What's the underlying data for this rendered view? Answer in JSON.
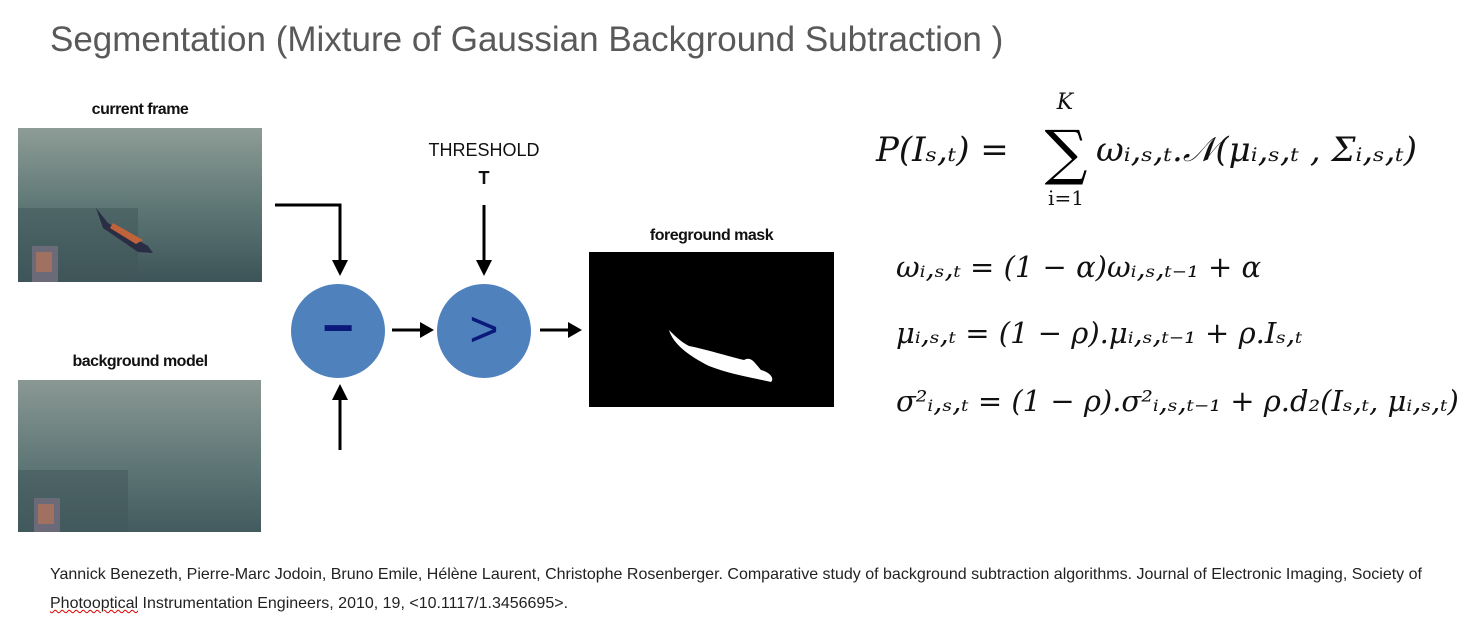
{
  "title": "Segmentation (Mixture of Gaussian Background Subtraction )",
  "diagram": {
    "current_frame_label": "current frame",
    "background_model_label": "background model",
    "threshold_label": "THRESHOLD",
    "threshold_symbol": "T",
    "subtract_symbol": "−",
    "compare_symbol": ">",
    "foreground_mask_label": "foreground mask",
    "circle_color": "#4f81bd",
    "symbol_color": "#0b1a7a"
  },
  "equations": {
    "mixture_lhs": "P(Iₛ,ₜ) =",
    "mixture_sum_top": "K",
    "mixture_sum_bottom": "i=1",
    "mixture_rhs": "ωᵢ,ₛ,ₜ.𝒩(μᵢ,ₛ,ₜ , Σᵢ,ₛ,ₜ)",
    "weight_update": "ωᵢ,ₛ,ₜ = (1 − α)ωᵢ,ₛ,ₜ₋₁ + α",
    "mean_update": "μᵢ,ₛ,ₜ = (1 − ρ).μᵢ,ₛ,ₜ₋₁ + ρ.Iₛ,ₜ",
    "variance_update": "σ²ᵢ,ₛ,ₜ = (1 − ρ).σ²ᵢ,ₛ,ₜ₋₁ + ρ.d₂(Iₛ,ₜ, μᵢ,ₛ,ₜ)"
  },
  "citation": {
    "before": "Yannick Benezeth, Pierre-Marc Jodoin, Bruno Emile, Hélène Laurent, Christophe Rosenberger. Comparative study of background subtraction algorithms. Journal of Electronic Imaging, Society of ",
    "misspelled": "Photooptical",
    "after": " Instrumentation Engineers, 2010, 19, <10.1117/1.3456695>."
  }
}
